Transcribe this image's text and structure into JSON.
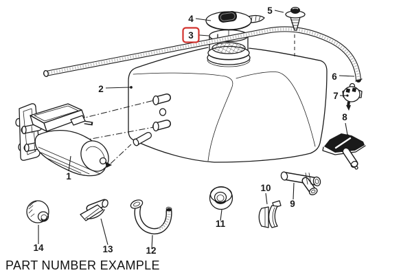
{
  "footer": {
    "caption": "PART NUMBER EXAMPLE"
  },
  "diagram": {
    "colors": {
      "line": "#1a1a1a",
      "highlight": "#d2322d",
      "muted": "#b3b3b3",
      "background": "#ffffff"
    },
    "parts": [
      {
        "num": "1"
      },
      {
        "num": "2"
      },
      {
        "num": "3",
        "highlighted": true
      },
      {
        "num": "4"
      },
      {
        "num": "5"
      },
      {
        "num": "6"
      },
      {
        "num": "7"
      },
      {
        "num": "8"
      },
      {
        "num": "9"
      },
      {
        "num": "10"
      },
      {
        "num": "11"
      },
      {
        "num": "12"
      },
      {
        "num": "13",
        "muted": true
      },
      {
        "num": "14"
      }
    ]
  }
}
